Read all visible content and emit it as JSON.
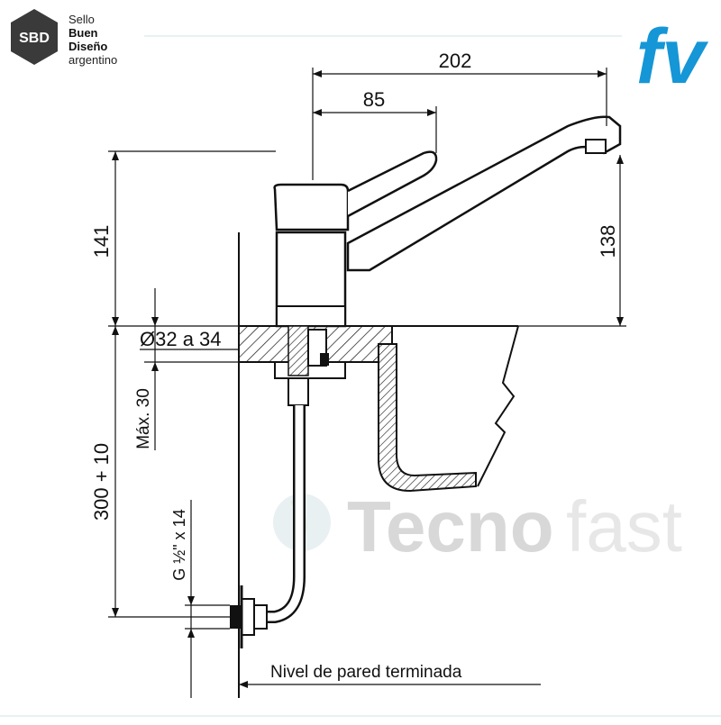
{
  "logo_sbd": {
    "mark": "SBD",
    "lines": [
      "Sello",
      "Buen",
      "Diseño",
      "argentino"
    ]
  },
  "logo_brand": {
    "mark": "fv"
  },
  "watermark": {
    "part1": "Tecno",
    "part2": "fast"
  },
  "dimensions": {
    "overall_reach": "202",
    "handle_reach": "85",
    "total_height": "141",
    "spout_height": "138",
    "hole_diameter": "Ø32 a 34",
    "max_thickness": "Máx. 30",
    "pipe_length": "300 + 10",
    "thread": "G ½\" x 14"
  },
  "labels": {
    "wall_level": "Nivel de pared terminada"
  },
  "colors": {
    "brand_blue": "#1596d6",
    "line": "#111111"
  }
}
